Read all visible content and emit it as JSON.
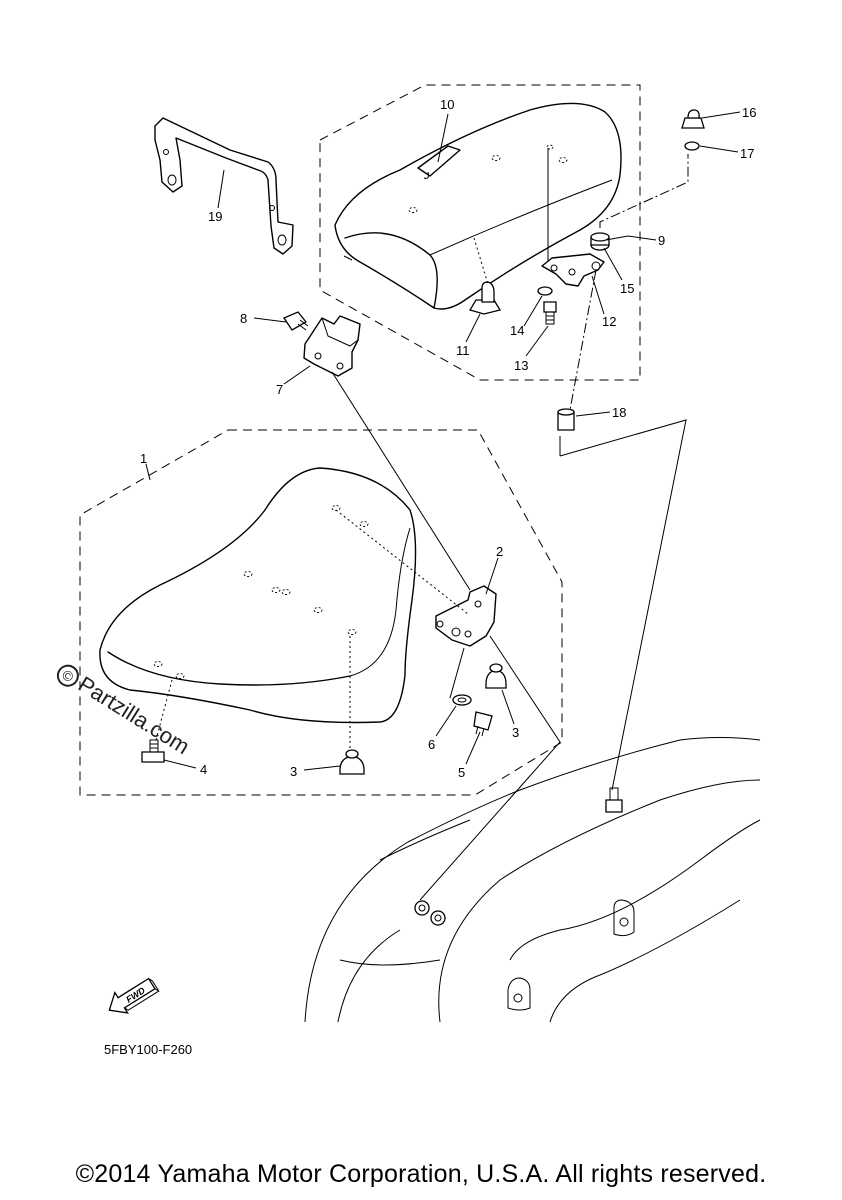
{
  "diagram": {
    "callouts": {
      "p1": "1",
      "p2": "2",
      "p3a": "3",
      "p3b": "3",
      "p4": "4",
      "p5": "5",
      "p6": "6",
      "p7": "7",
      "p8": "8",
      "p9": "9",
      "p10": "10",
      "p11": "11",
      "p12": "12",
      "p13": "13",
      "p14": "14",
      "p15": "15",
      "p16": "16",
      "p17": "17",
      "p18": "18",
      "p19": "19"
    },
    "fwd_label": "FWD",
    "diagram_code": "5FBY100-F260",
    "watermark": "Partzilla.com",
    "watermark_symbol": "©"
  },
  "footer": {
    "copyright": "©2014 Yamaha Motor Corporation, U.S.A. All rights reserved."
  }
}
